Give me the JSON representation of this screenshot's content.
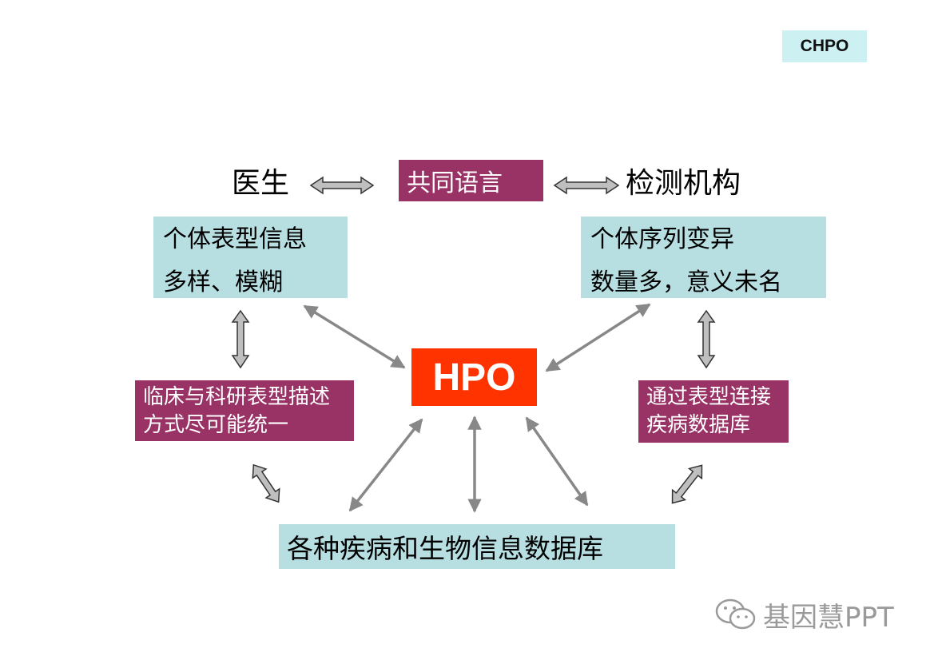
{
  "tag": "CHPO",
  "doctor": "医生",
  "common_language": "共同语言",
  "testing_institution": "检测机构",
  "phenotype_box": {
    "line1": "个体表型信息",
    "line2": "多样、模糊"
  },
  "variant_box": {
    "line1": "个体序列变异",
    "line2": "数量多，意义未名"
  },
  "center": "HPO",
  "clinical_box": {
    "line1": "临床与科研表型描述",
    "line2": "方式尽可能统一"
  },
  "link_box": {
    "line1": "通过表型连接",
    "line2": "疾病数据库"
  },
  "database_box": "各种疾病和生物信息数据库",
  "watermark": {
    "text": "基因慧PPT",
    "icon": "wechat-icon"
  },
  "colors": {
    "purple": "#993366",
    "cyan": "#b7dfe2",
    "hpo": "#ff3300",
    "tag": "#cdf0f2",
    "arrow": "#888888"
  }
}
